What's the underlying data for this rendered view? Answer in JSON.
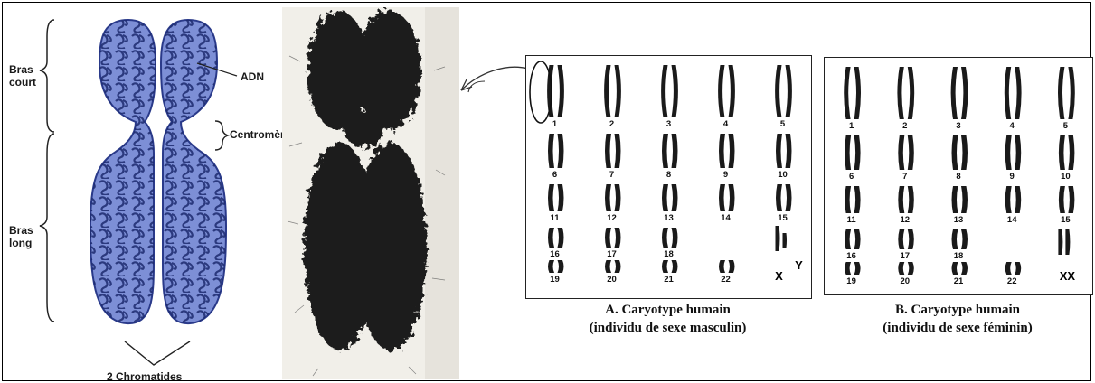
{
  "diagram": {
    "labels": {
      "bras_court": "Bras\ncourt",
      "bras_long": "Bras\nlong",
      "adn": "ADN",
      "centromere": "Centromère",
      "chromatides": "2 Chromatides"
    },
    "panel_a": {
      "numbers": [
        "1",
        "2",
        "3",
        "4",
        "5",
        "6",
        "7",
        "8",
        "9",
        "10",
        "11",
        "12",
        "13",
        "14",
        "15",
        "16",
        "17",
        "18",
        "19",
        "20",
        "21",
        "22"
      ],
      "sex_chromosomes": [
        "X",
        "Y"
      ],
      "caption_line1": "A. Caryotype humain",
      "caption_line2": "(individu de sexe masculin)"
    },
    "panel_b": {
      "numbers": [
        "1",
        "2",
        "3",
        "4",
        "5",
        "6",
        "7",
        "8",
        "9",
        "10",
        "11",
        "12",
        "13",
        "14",
        "15",
        "16",
        "17",
        "18",
        "19",
        "20",
        "21",
        "22"
      ],
      "sex_chromosomes": [
        "XX"
      ],
      "caption_line1": "B. Caryotype humain",
      "caption_line2": "(individu de sexe féminin)"
    },
    "colors": {
      "chromatid_fill": "#7d8fd6",
      "chromatid_stroke": "#2a3a8a",
      "dna_coil": "#1c2a6e",
      "chromosome_dark": "#1a1a1a"
    }
  }
}
